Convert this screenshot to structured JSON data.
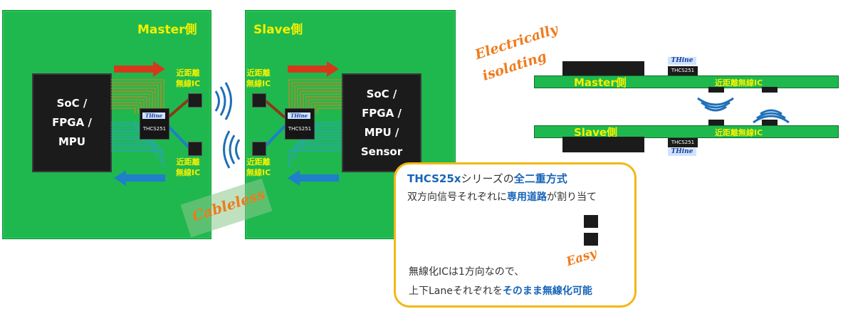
{
  "master_board": {
    "title": "Master側",
    "main_chip": [
      "SoC /",
      "FPGA /",
      "MPU"
    ],
    "wireless_ic_label_top": [
      "近距離",
      "無線IC"
    ],
    "wireless_ic_label_bottom": [
      "近距離",
      "無線IC"
    ],
    "thcs_logo": "THine",
    "thcs_part": "THCS251"
  },
  "slave_board": {
    "title": "Slave側",
    "main_chip": [
      "SoC /",
      "FPGA /",
      "MPU /",
      "Sensor"
    ],
    "wireless_ic_label_top": [
      "近距離",
      "無線IC"
    ],
    "wireless_ic_label_bottom": [
      "近距離",
      "無線IC"
    ],
    "thcs_logo": "THine",
    "thcs_part": "THCS251"
  },
  "cableless_label": "Cableless",
  "electrically_label": [
    "Electrically",
    "isolating"
  ],
  "side_view": {
    "master_label": "Master側",
    "slave_label": "Slave側",
    "ic_label_master": "近距離無線IC",
    "ic_label_slave": "近距離無線IC",
    "logo_top": "THine",
    "logo_bottom": "THine",
    "part_top": "THCS251",
    "part_bottom": "THCS251"
  },
  "callout": {
    "title_prefix": "THCS25x",
    "title_middle": "シリーズの",
    "title_emph": "全二重方式",
    "line2_prefix": "双方向信号それぞれに",
    "line2_emph": "専用道路",
    "line2_suffix": "が割り当て",
    "easy_label": "Easy",
    "line3": "無線化ICは1方向なので、",
    "line4_prefix": "上下Laneそれぞれを",
    "line4_emph": "そのまま無線化可能"
  },
  "colors": {
    "board_green": "#1fb84e",
    "title_yellow": "#f5f000",
    "arrow_red": "#d33a1c",
    "arrow_blue": "#1f7fc8",
    "accent_orange": "#ef7b1b",
    "callout_border": "#f2b817"
  }
}
